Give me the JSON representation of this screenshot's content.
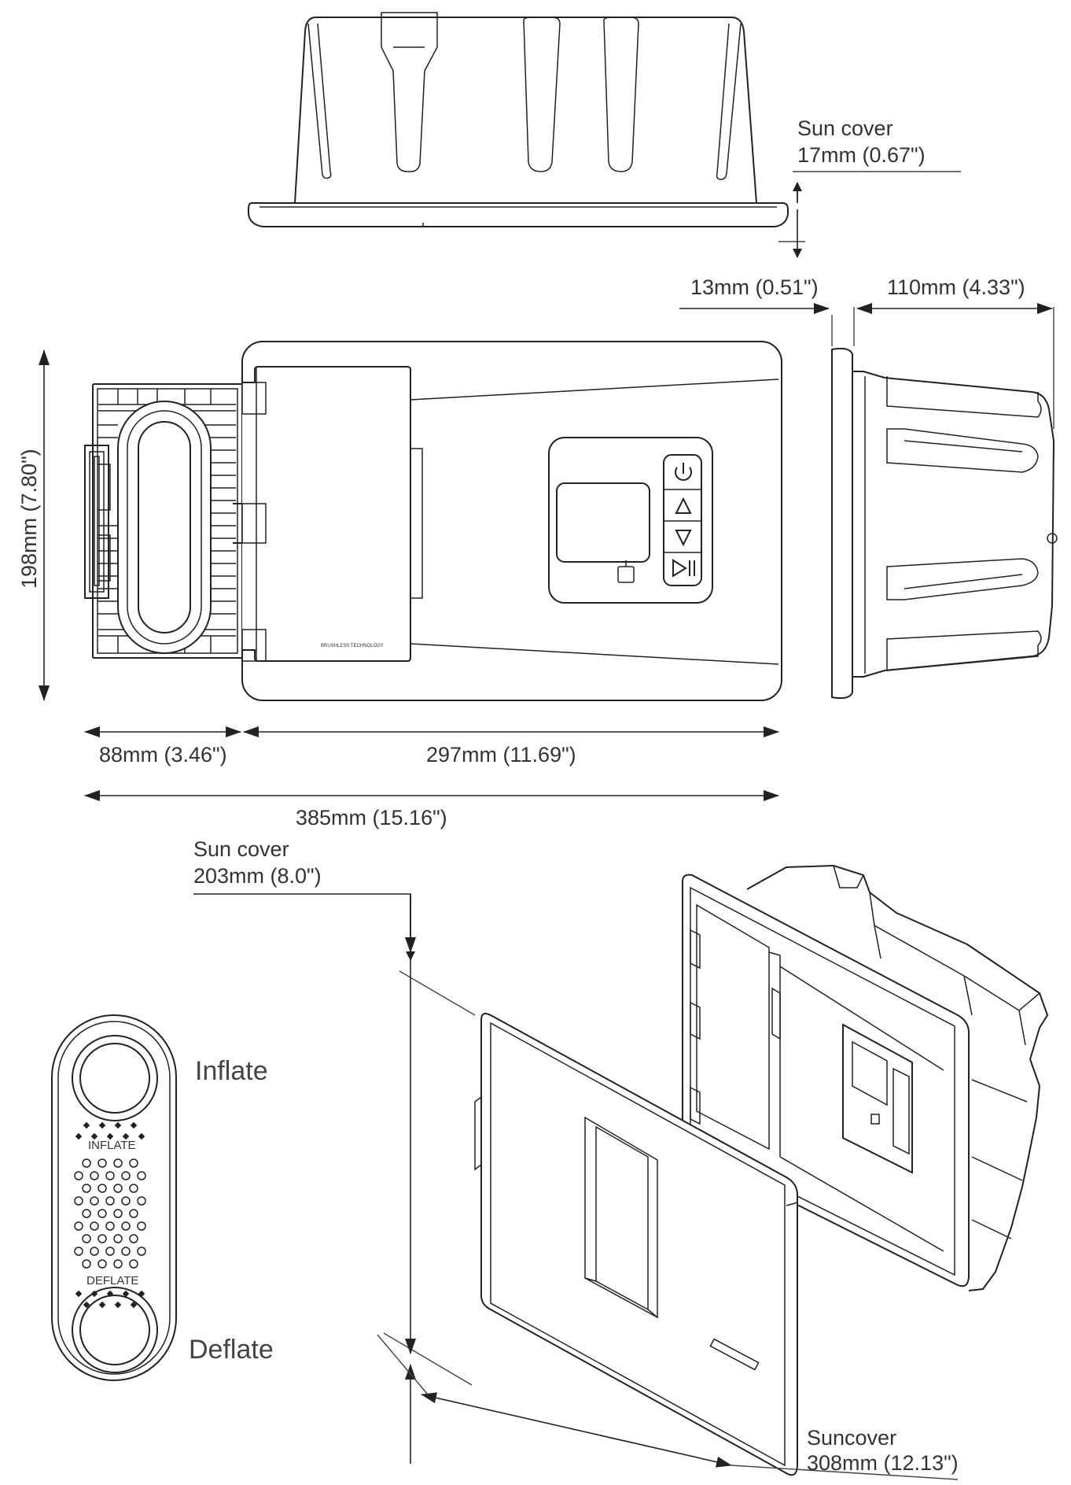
{
  "sun_cover_depth": {
    "title": "Sun cover",
    "value": "17mm (0.67\")"
  },
  "side_thickness": "13mm (0.51\")",
  "side_depth": "110mm (4.33\")",
  "height": "198mm (7.80\")",
  "extension_width": "88mm (3.46\")",
  "panel_width": "297mm (11.69\")",
  "overall_width": "385mm (15.16\")",
  "sun_cover_height": {
    "title": "Sun cover",
    "value": "203mm (8.0\")"
  },
  "sun_cover_width": {
    "title": "Suncover",
    "value": "308mm (12.13\")"
  },
  "remote": {
    "inflate_label": "Inflate",
    "deflate_label": "Deflate",
    "inflate_text": "INFLATE",
    "deflate_text": "DEFLATE"
  },
  "control_panel": {
    "buttons": [
      "power-icon",
      "up-arrow-icon",
      "down-arrow-icon",
      "play-pause-icon"
    ]
  },
  "brand_text": "BRUSHLESS TECHNOLOGY"
}
